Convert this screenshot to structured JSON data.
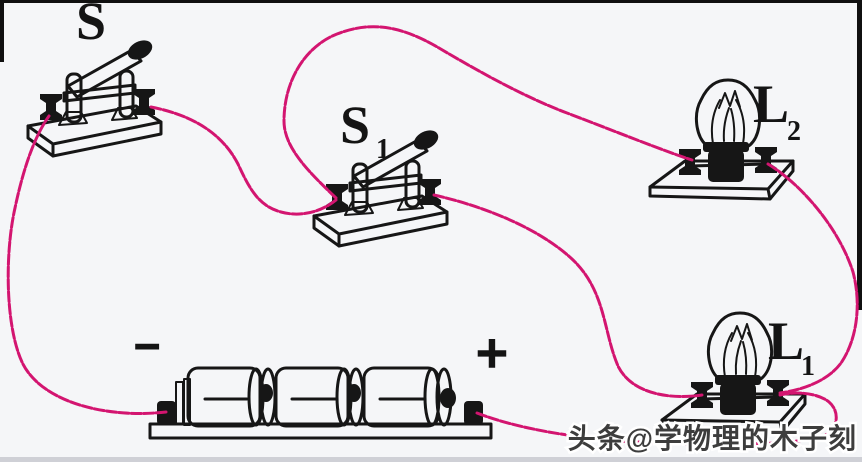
{
  "colors": {
    "wire": "#d31570",
    "ink": "#161616",
    "background": "#f5f6f8",
    "watermark_text": "#3d3d3d"
  },
  "components": {
    "switch_main": {
      "label": "S"
    },
    "switch_branch": {
      "label": "S",
      "sub": "1"
    },
    "lamp_top": {
      "label": "L",
      "sub": "2"
    },
    "lamp_bottom": {
      "label": "L",
      "sub": "1"
    },
    "battery": {
      "negative_label": "−",
      "positive_label": "+"
    }
  },
  "icons": {
    "switch_main": "knife-switch-icon",
    "switch_branch": "knife-switch-icon",
    "lamp_top": "light-bulb-icon",
    "lamp_bottom": "light-bulb-icon",
    "battery": "battery-cells-icon"
  },
  "watermark": {
    "text": "头条@学物理的木子刻"
  }
}
